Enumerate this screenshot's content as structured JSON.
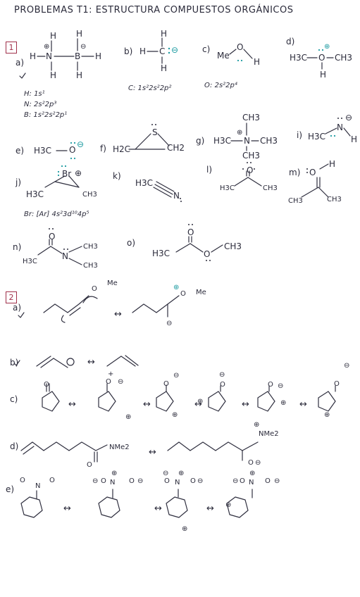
{
  "title": "PROBLEMAS T1: ESTRUCTURA COMPUESTOS ORGÁNICOS",
  "section1": {
    "number": "1",
    "a": {
      "label": "a)",
      "H": "H",
      "N": "N",
      "B": "B",
      "plus": "⊕",
      "minus": "⊖"
    },
    "b": {
      "label": "b)",
      "H": "H",
      "C": "C",
      "minus": "⊖"
    },
    "c": {
      "label": "c)",
      "Me": "Me",
      "O": "O",
      "H": "H"
    },
    "d": {
      "label": "d)",
      "H3C": "H3C",
      "O": "O",
      "CH3": "CH3",
      "H": "H",
      "plus": "⊕"
    },
    "config_H": "H: 1s¹",
    "config_N": "N: 2s²2p³",
    "config_B": "B: 1s²2s²2p¹",
    "config_C": "C: 1s²2s²2p²",
    "config_O": "O: 2s²2p⁴",
    "e": {
      "label": "e)",
      "H3C": "H3C",
      "O": "O",
      "minus": "⊖"
    },
    "f": {
      "label": "f)",
      "H2C": "H2C",
      "CH2": "CH2",
      "S": "S"
    },
    "g": {
      "label": "g)",
      "H3C": "H3C",
      "N": "N",
      "CH3": "CH3",
      "plus": "⊕"
    },
    "i": {
      "label": "i)",
      "H3C": "H3C",
      "N": "N",
      "H": "H",
      "minus": "⊖"
    },
    "j": {
      "label": "j)",
      "H3C": "H3C",
      "CH3": "CH3",
      "Br": "Br",
      "plus": "⊕"
    },
    "k": {
      "label": "k)",
      "H3C": "H3C",
      "N": "N"
    },
    "l": {
      "label": "l)",
      "H3C": "H3C",
      "CH3": "CH3",
      "O": "O"
    },
    "m": {
      "label": "m)",
      "O": "O",
      "H": "H",
      "CH3": "CH3"
    },
    "config_Br": "Br: [Ar] 4s²3d¹⁰4p⁵",
    "n": {
      "label": "n)",
      "H3C": "H3C",
      "O": "O",
      "N": "N",
      "CH3": "CH3"
    },
    "o": {
      "label": "o)",
      "H3C": "H3C",
      "O": "O",
      "CH3": "CH3"
    }
  },
  "section2": {
    "number": "2",
    "a": {
      "label": "a)",
      "Me": "Me",
      "O": "O",
      "plus": "⊕",
      "minus": "⊖"
    },
    "b": {
      "label": "b)",
      "plus": "+"
    },
    "c": {
      "label": "c)",
      "O": "O",
      "plus": "⊕",
      "minus": "⊖"
    },
    "d": {
      "label": "d)",
      "NMe2": "NMe2",
      "O": "O",
      "plus": "⊕",
      "minus": "⊖"
    },
    "e": {
      "label": "e)",
      "N": "N",
      "O": "O",
      "plus": "⊕",
      "minus": "⊖"
    }
  },
  "arrows": {
    "resonance": "↔"
  }
}
